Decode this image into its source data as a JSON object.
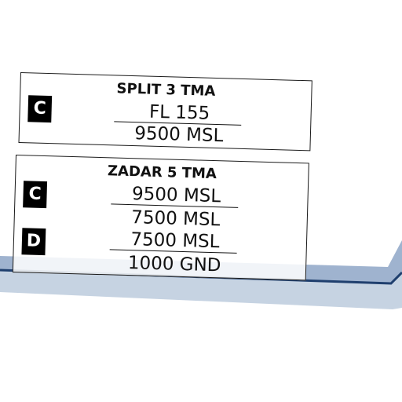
{
  "airspaces": [
    {
      "name": "SPLIT 3 TMA",
      "class": "C",
      "upper": "FL 155",
      "lower": "9500 MSL"
    },
    {
      "name": "ZADAR 5 TMA",
      "layers": [
        {
          "class": "C",
          "upper": "9500 MSL",
          "lower": "7500 MSL"
        },
        {
          "class": "D",
          "upper": "7500 MSL",
          "lower": "1000 GND"
        }
      ]
    }
  ],
  "colors": {
    "split_boundary": "#ff8a00",
    "split_boundary_halo": "#ffc9a0",
    "split_fill": "#fdf3f0",
    "zadar_boundary": "#1f3f6e",
    "zadar_band": "#9fb3cf",
    "zadar_band_outer": "#c6d3e2",
    "class_badge_bg": "#000000",
    "class_badge_fg": "#ffffff"
  }
}
